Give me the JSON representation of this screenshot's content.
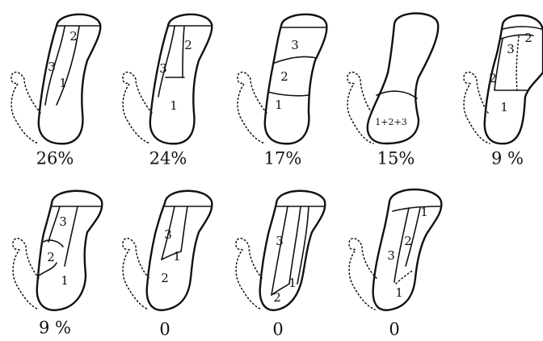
{
  "figures": [
    {
      "percentage": "26%",
      "labels": [
        "2",
        "3",
        "1"
      ]
    },
    {
      "percentage": "24%",
      "labels": [
        "2",
        "3",
        "1"
      ]
    },
    {
      "percentage": "17%",
      "labels": [
        "3",
        "2",
        "1"
      ]
    },
    {
      "percentage": "15%",
      "labels": [
        "1+2+3"
      ]
    },
    {
      "percentage": "9 %",
      "labels": [
        "3",
        "2",
        "2",
        "1"
      ]
    },
    {
      "percentage": "9 %",
      "labels": [
        "3",
        "2",
        "1"
      ]
    },
    {
      "percentage": "0",
      "labels": [
        "3",
        "1",
        "2"
      ]
    },
    {
      "percentage": "0",
      "labels": [
        "3",
        "1",
        "2"
      ]
    },
    {
      "percentage": "0",
      "labels": [
        "1",
        "2",
        "3",
        "1"
      ]
    }
  ]
}
